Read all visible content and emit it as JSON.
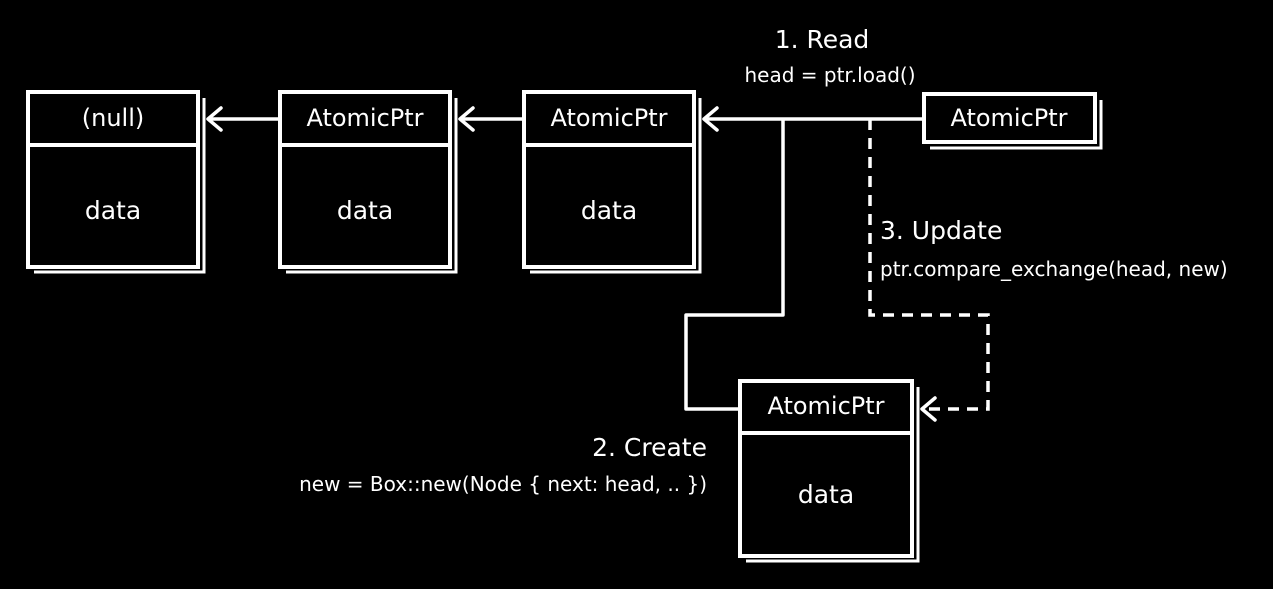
{
  "nodes": [
    {
      "pointer_label": "(null)",
      "data_label": "data"
    },
    {
      "pointer_label": "AtomicPtr",
      "data_label": "data"
    },
    {
      "pointer_label": "AtomicPtr",
      "data_label": "data"
    }
  ],
  "head": {
    "pointer_label": "AtomicPtr"
  },
  "new_node": {
    "pointer_label": "AtomicPtr",
    "data_label": "data"
  },
  "steps": {
    "read": {
      "title": "1. Read",
      "code": "head = ptr.load()"
    },
    "create": {
      "title": "2. Create",
      "code": "new = Box::new(Node { next: head, .. })"
    },
    "update": {
      "title": "3. Update",
      "code": "ptr.compare_exchange(head, new)"
    }
  },
  "colors": {
    "background": "#000000",
    "foreground": "#ffffff"
  }
}
